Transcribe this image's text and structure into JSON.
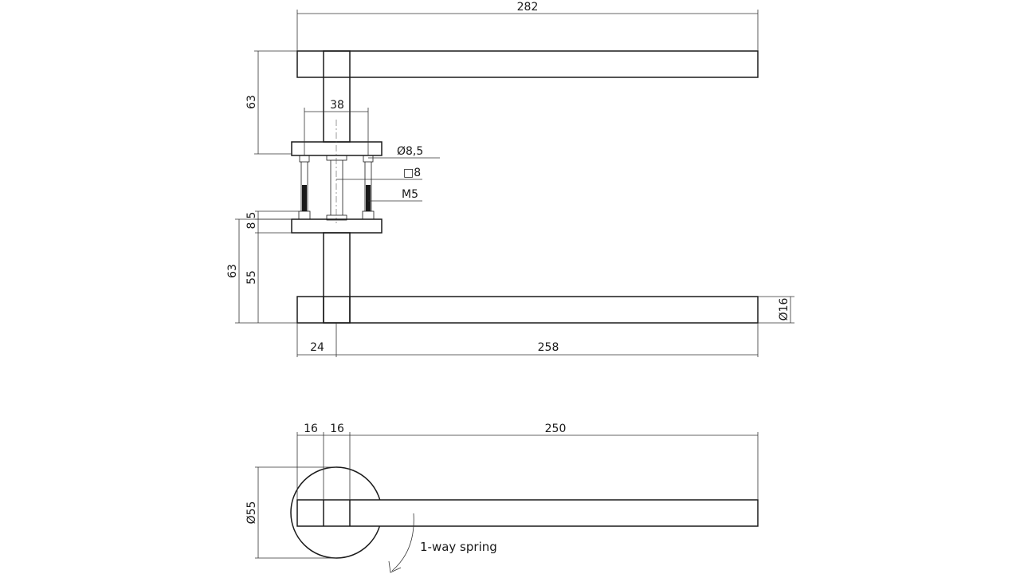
{
  "dimensions": {
    "overall_length": "282",
    "lever_height_top": "63",
    "rose_spacing": "38",
    "bolt_hole": "Ø8,5",
    "square_spindle": "□8",
    "screw_thread": "M5",
    "rose_dim_a": "5",
    "rose_dim_b": "8",
    "lever_height_bottom": "63",
    "neck_height": "55",
    "bar_diameter": "Ø16",
    "neck_offset": "24",
    "lever_reach": "258",
    "side_a": "16",
    "side_b": "16",
    "side_length": "250",
    "rose_diameter": "Ø55"
  },
  "notes": {
    "spring": "1-way spring"
  }
}
